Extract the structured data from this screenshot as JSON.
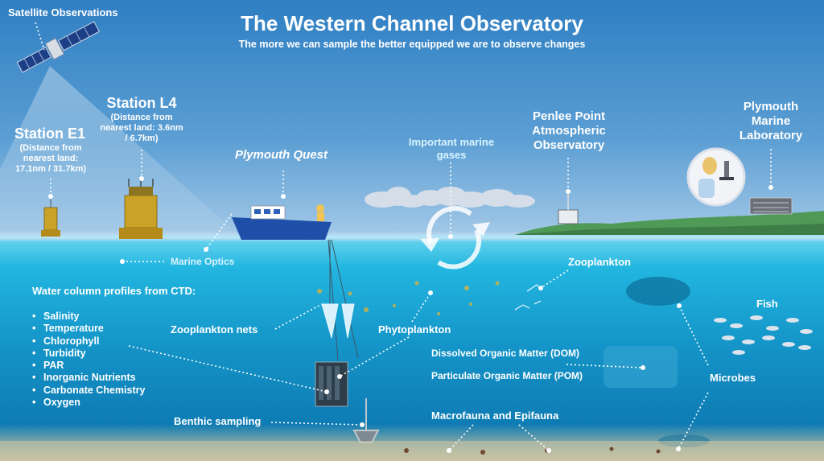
{
  "title": "The Western Channel Observatory",
  "subtitle": "The more we can sample the better equipped we are to observe changes",
  "satellite": "Satellite Observations",
  "station_e1": {
    "name": "Station E1",
    "detail": "(Distance from nearest land: 17.1nm / 31.7km)"
  },
  "station_l4": {
    "name": "Station L4",
    "detail": "(Distance from nearest land: 3.6nm / 6.7km)"
  },
  "vessel": "Plymouth Quest",
  "gases": "Important marine gases",
  "penlee": "Penlee Point Atmospheric Observatory",
  "pml": "Plymouth Marine Laboratory",
  "marine_optics": "Marine Optics",
  "ctd": {
    "heading": "Water column profiles from CTD:",
    "items": [
      "Salinity",
      "Temperature",
      "Chlorophyll",
      "Turbidity",
      "PAR",
      "Inorganic Nutrients",
      "Carbonate Chemistry",
      "Oxygen"
    ]
  },
  "zooplankton_nets": "Zooplankton nets",
  "phytoplankton": "Phytoplankton",
  "zooplankton": "Zooplankton",
  "dom": "Dissolved Organic Matter (DOM)",
  "pom": "Particulate Organic Matter (POM)",
  "microbes": "Microbes",
  "fish": "Fish",
  "benthic": "Benthic sampling",
  "macrofauna": "Macrofauna and Epifauna",
  "colors": {
    "sky_top": "#2f7fc3",
    "sea": "#22b6e0",
    "deep": "#0e7cb4",
    "buoy": "#c9a227",
    "hull": "#1f4fa8",
    "land": "#4f9a57"
  }
}
